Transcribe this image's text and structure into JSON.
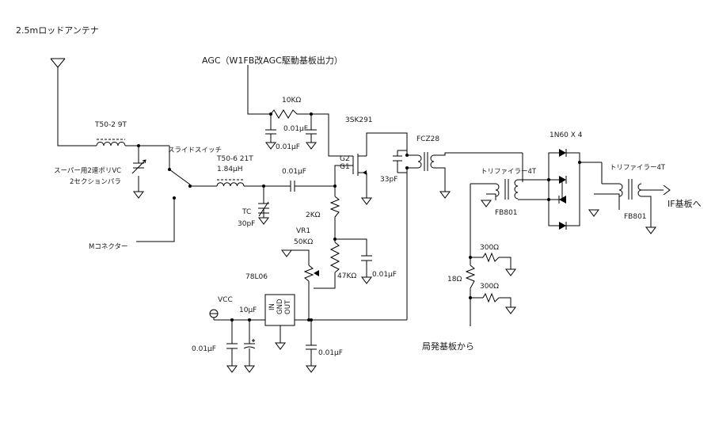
{
  "labels": {
    "antenna": "2.5mロッドアンテナ",
    "agc": "AGC（W1FB改AGC駆動基板出力）",
    "r10k": "10KΩ",
    "c_agc1": "0.01μF",
    "c_agc2": "0.01μF",
    "fet": "3SK291",
    "fcz": "FCZ28",
    "diodes": "1N60 X 4",
    "t502": "T50-2 9T",
    "slide_sw": "スライドスイッチ",
    "t506": "T50-6 21T",
    "t506_l": "1.84μH",
    "c_cpl": "0.01μF",
    "g2": "G2",
    "g1": "G1",
    "c33p": "33pF",
    "trifilar1": "トリファイラー4T",
    "trifilar2": "トリファイラー4T",
    "vc": "スーパー用2連ポリVC",
    "vc2": "2セクションパラ",
    "tc": "TC",
    "tc_val": "30pF",
    "r2k": "2KΩ",
    "fb1": "FB801",
    "fb2": "FB801",
    "if_out": "IF基板へ",
    "vr1": "VR1",
    "vr1_val": "50KΩ",
    "m_conn": "Mコネクター",
    "r300_1": "300Ω",
    "r300_2": "300Ω",
    "r47k": "47KΩ",
    "c_src": "0.01μF",
    "r18": "18Ω",
    "reg": "78L06",
    "vcc": "VCC",
    "c10u": "10μF",
    "pin_in": "IN",
    "pin_gnd": "GND",
    "pin_out": "OUT",
    "c_vcc": "0.01μF",
    "c_reg_out": "0.01μF",
    "local_osc": "局発基板から"
  },
  "colors": {
    "wire": "#000000",
    "text": "#1a1a1a",
    "background": "#ffffff"
  }
}
